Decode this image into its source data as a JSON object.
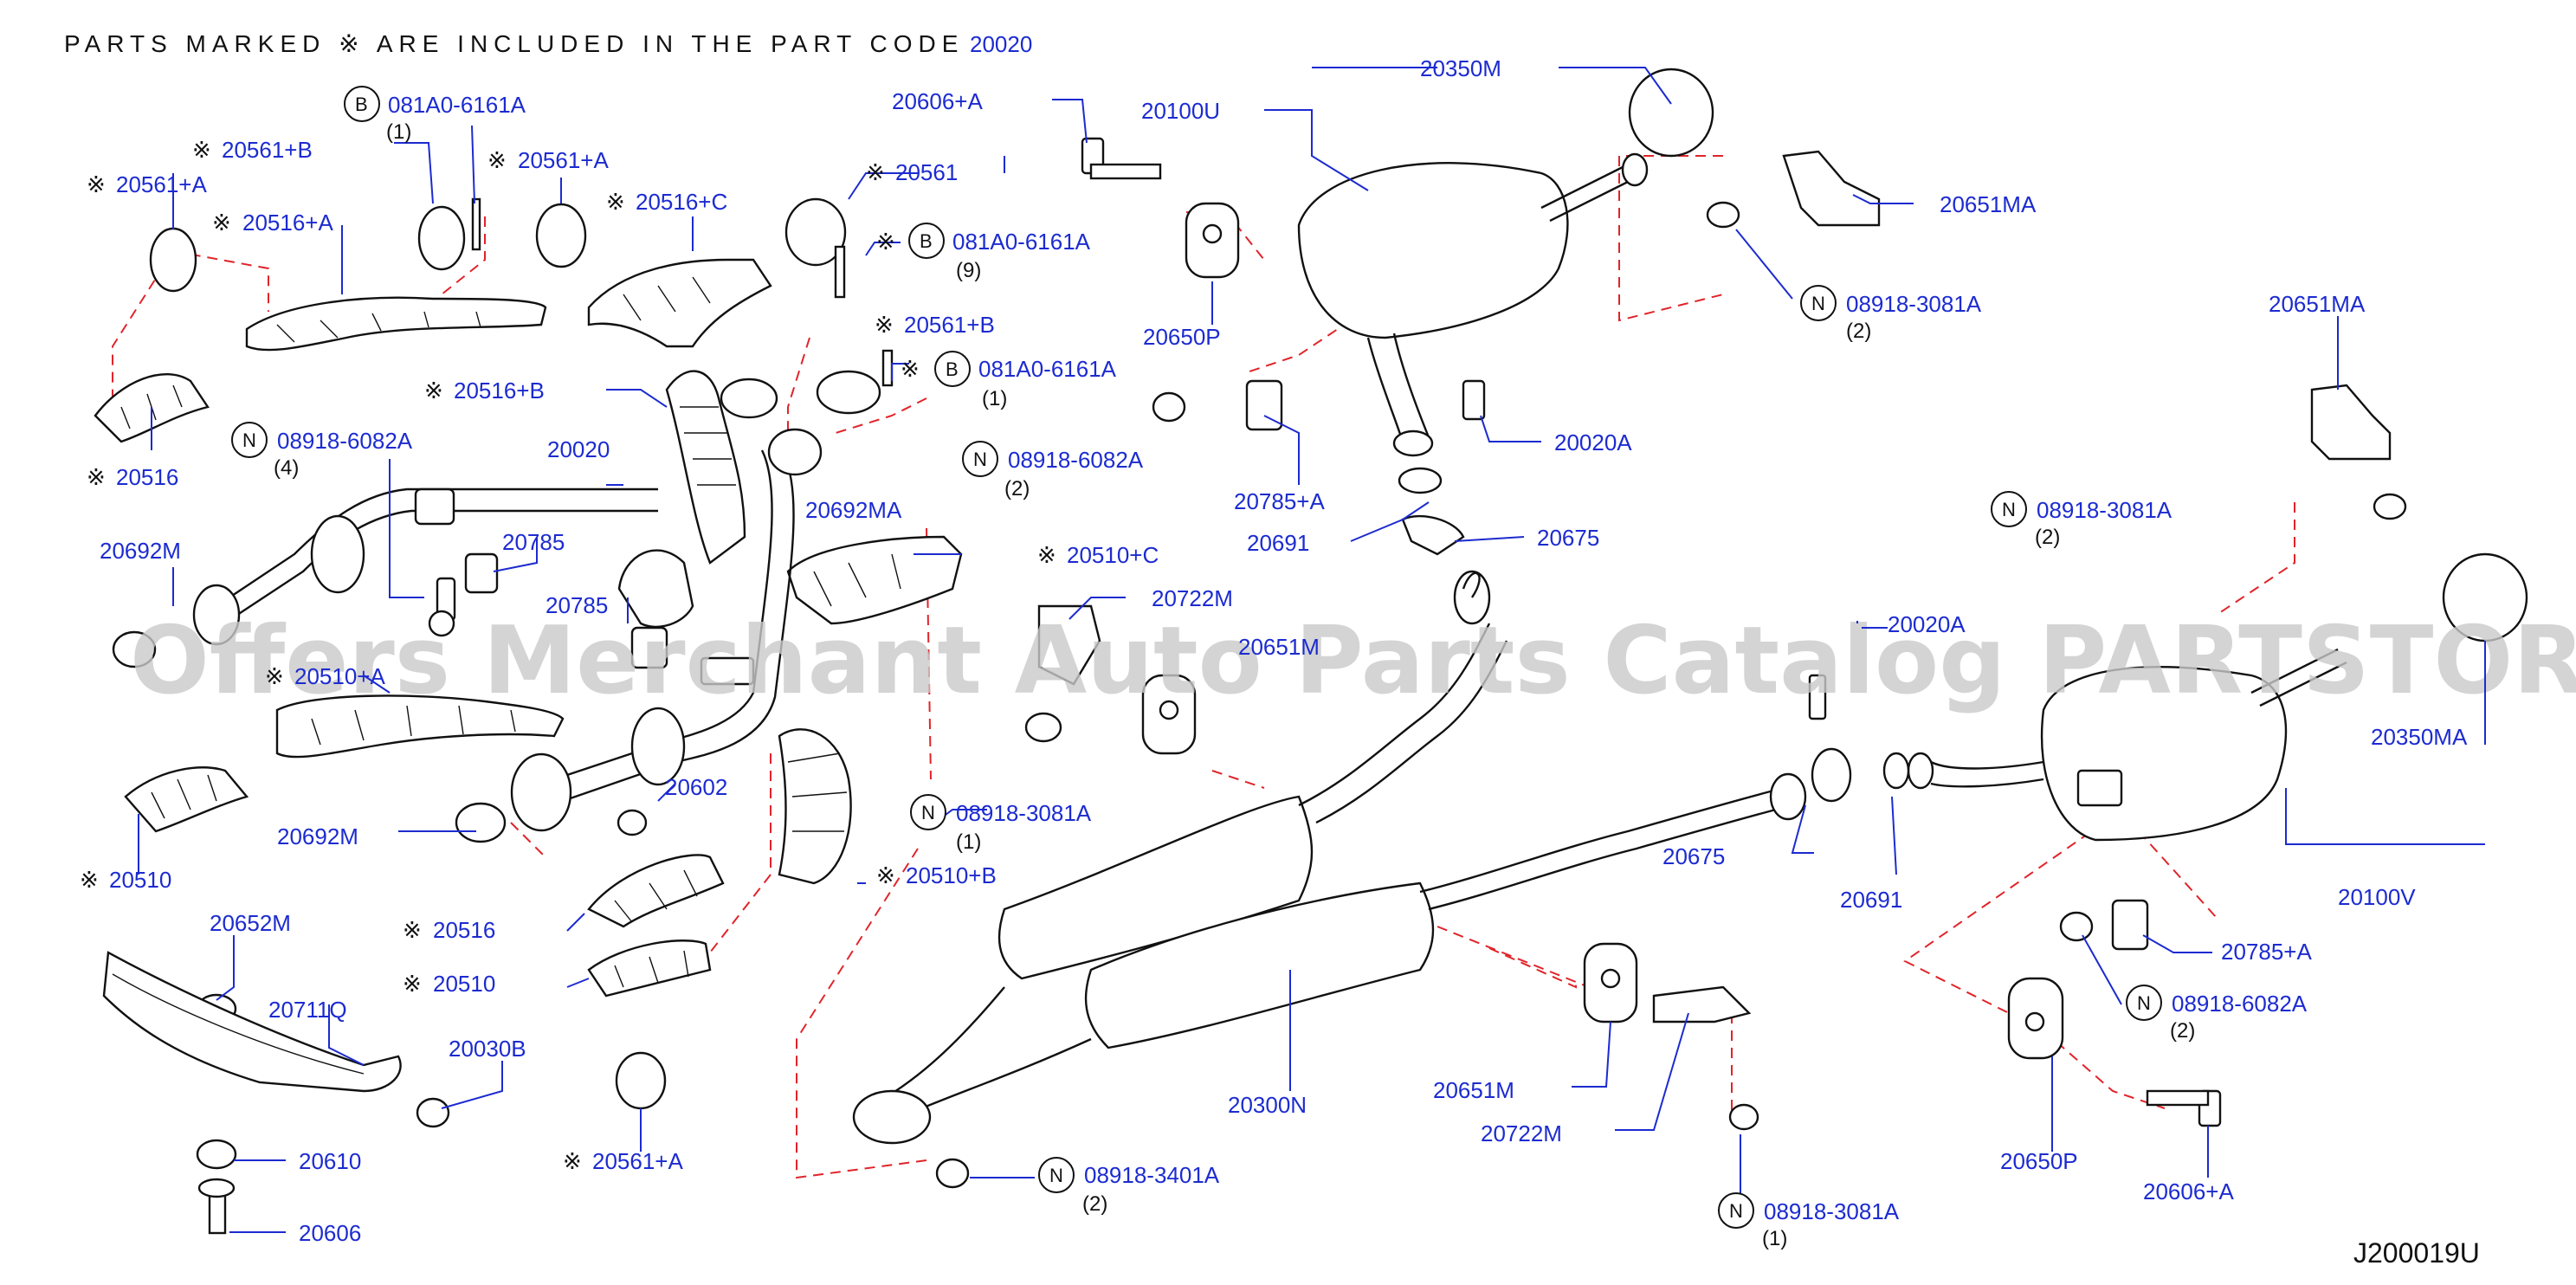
{
  "header": {
    "text": "PARTS MARKED ※ ARE INCLUDED IN THE PART CODE",
    "code": "20020"
  },
  "diagram_code": "J200019U",
  "watermark": "Offers Merchant Auto Parts Catalog PARTSTORE.SA",
  "colors": {
    "label": "#1c2bd0",
    "dash": "#e0242a",
    "line": "#111111",
    "watermark": "#c9c9c9"
  },
  "labels": [
    {
      "id": "l1",
      "text": "081A0-6161A",
      "prefix": "B",
      "qty": "(1)"
    },
    {
      "id": "l2",
      "text": "20561+B",
      "mark": true
    },
    {
      "id": "l3",
      "text": "20561+A",
      "mark": true
    },
    {
      "id": "l4",
      "text": "20561+A",
      "mark": true
    },
    {
      "id": "l5",
      "text": "20516+A",
      "mark": true
    },
    {
      "id": "l6",
      "text": "20516+C",
      "mark": true
    },
    {
      "id": "l7",
      "text": "20516",
      "mark": true
    },
    {
      "id": "l8",
      "text": "20516+B",
      "mark": true
    },
    {
      "id": "l9",
      "text": "08918-6082A",
      "prefix": "N",
      "qty": "(4)"
    },
    {
      "id": "l10",
      "text": "20020"
    },
    {
      "id": "l11",
      "text": "20692M"
    },
    {
      "id": "l12",
      "text": "20785"
    },
    {
      "id": "l13",
      "text": "20785"
    },
    {
      "id": "l14",
      "text": "20510+A",
      "mark": true
    },
    {
      "id": "l15",
      "text": "20692M"
    },
    {
      "id": "l16",
      "text": "20602"
    },
    {
      "id": "l17",
      "text": "20510",
      "mark": true
    },
    {
      "id": "l18",
      "text": "20516",
      "mark": true
    },
    {
      "id": "l19",
      "text": "20510",
      "mark": true
    },
    {
      "id": "l20",
      "text": "20652M"
    },
    {
      "id": "l21",
      "text": "20711Q"
    },
    {
      "id": "l22",
      "text": "20030B"
    },
    {
      "id": "l23",
      "text": "20610"
    },
    {
      "id": "l24",
      "text": "20606"
    },
    {
      "id": "l25",
      "text": "20561+A",
      "mark": true
    },
    {
      "id": "l26",
      "text": "20606+A"
    },
    {
      "id": "l27",
      "text": "20561",
      "mark": true
    },
    {
      "id": "l28",
      "text": "081A0-6161A",
      "prefix": "B",
      "qty": "(9)",
      "mark": true
    },
    {
      "id": "l29",
      "text": "20561+B",
      "mark": true
    },
    {
      "id": "l30",
      "text": "081A0-6161A",
      "prefix": "B",
      "qty": "(1)",
      "mark": true
    },
    {
      "id": "l31",
      "text": "20692MA"
    },
    {
      "id": "l32",
      "text": "08918-6082A",
      "prefix": "N",
      "qty": "(2)"
    },
    {
      "id": "l33",
      "text": "20510+C",
      "mark": true
    },
    {
      "id": "l34",
      "text": "20722M"
    },
    {
      "id": "l35",
      "text": "20651M"
    },
    {
      "id": "l36",
      "text": "08918-3081A",
      "prefix": "N",
      "qty": "(1)"
    },
    {
      "id": "l37",
      "text": "20510+B",
      "mark": true
    },
    {
      "id": "l38",
      "text": "08918-3401A",
      "prefix": "N",
      "qty": "(2)"
    },
    {
      "id": "l39",
      "text": "20100U"
    },
    {
      "id": "l40",
      "text": "20350M"
    },
    {
      "id": "l41",
      "text": "20651MA"
    },
    {
      "id": "l42",
      "text": "08918-3081A",
      "prefix": "N",
      "qty": "(2)"
    },
    {
      "id": "l43",
      "text": "20650P"
    },
    {
      "id": "l44",
      "text": "20785+A"
    },
    {
      "id": "l45",
      "text": "20020A"
    },
    {
      "id": "l46",
      "text": "20691"
    },
    {
      "id": "l47",
      "text": "20675"
    },
    {
      "id": "l48",
      "text": "20020A"
    },
    {
      "id": "l49",
      "text": "20651MA"
    },
    {
      "id": "l50",
      "text": "08918-3081A",
      "prefix": "N",
      "qty": "(2)"
    },
    {
      "id": "l51",
      "text": "20350MA"
    },
    {
      "id": "l52",
      "text": "20675"
    },
    {
      "id": "l53",
      "text": "20691"
    },
    {
      "id": "l54",
      "text": "20100V"
    },
    {
      "id": "l55",
      "text": "20785+A"
    },
    {
      "id": "l56",
      "text": "08918-6082A",
      "prefix": "N",
      "qty": "(2)"
    },
    {
      "id": "l57",
      "text": "20650P"
    },
    {
      "id": "l58",
      "text": "20606+A"
    },
    {
      "id": "l59",
      "text": "20300N"
    },
    {
      "id": "l60",
      "text": "20651M"
    },
    {
      "id": "l61",
      "text": "20722M"
    },
    {
      "id": "l62",
      "text": "08918-3081A",
      "prefix": "N",
      "qty": "(1)"
    }
  ]
}
